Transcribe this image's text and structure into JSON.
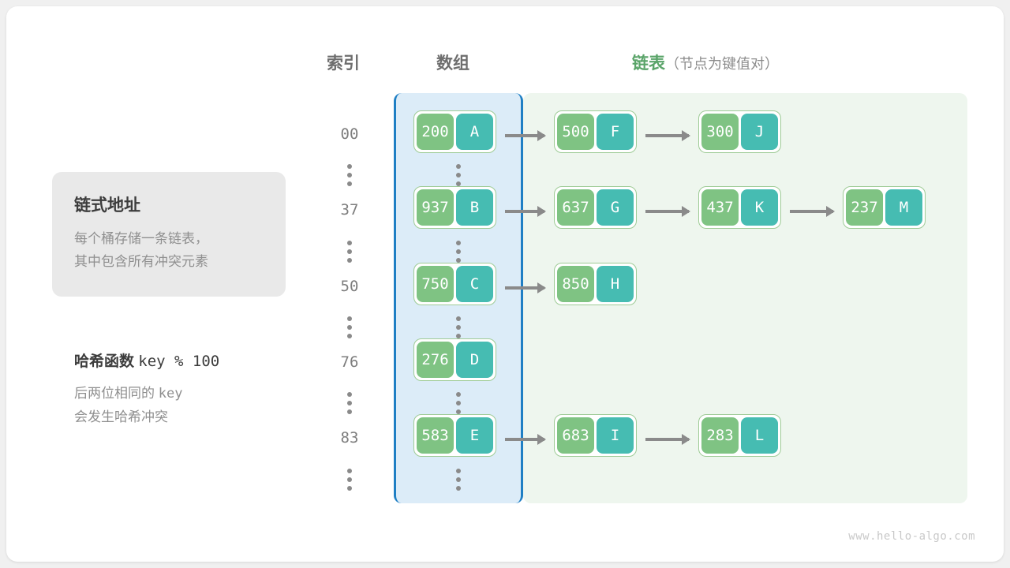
{
  "headers": {
    "index": "索引",
    "array": "数组",
    "list": "链表",
    "list_sub": "（节点为键值对）"
  },
  "info": {
    "title": "链式地址",
    "line1": "每个桶存储一条链表，",
    "line2": "其中包含所有冲突元素"
  },
  "hash": {
    "title_label": "哈希函数",
    "title_expr": "key % 100",
    "line1_a": "后两位相同的",
    "line1_b": "key",
    "line2": "会发生哈希冲突"
  },
  "watermark": "www.hello-algo.com",
  "colors": {
    "key_box": "#7fc383",
    "value_box": "#46bcb2",
    "node_border": "#9ecb96",
    "array_panel_bg": "#dcecf8",
    "array_panel_border": "#1f7fc4",
    "list_panel_bg": "#eef6ee",
    "arrow": "#8a8a8a",
    "header_text": "#6e6e6e",
    "list_header_text": "#5aa469"
  },
  "buckets": [
    {
      "index": "00",
      "bucket": {
        "key": "200",
        "value": "A"
      },
      "chain": [
        {
          "key": "500",
          "value": "F"
        },
        {
          "key": "300",
          "value": "J"
        }
      ]
    },
    {
      "index": "37",
      "bucket": {
        "key": "937",
        "value": "B"
      },
      "chain": [
        {
          "key": "637",
          "value": "G"
        },
        {
          "key": "437",
          "value": "K"
        },
        {
          "key": "237",
          "value": "M"
        }
      ]
    },
    {
      "index": "50",
      "bucket": {
        "key": "750",
        "value": "C"
      },
      "chain": [
        {
          "key": "850",
          "value": "H"
        }
      ]
    },
    {
      "index": "76",
      "bucket": {
        "key": "276",
        "value": "D"
      },
      "chain": []
    },
    {
      "index": "83",
      "bucket": {
        "key": "583",
        "value": "E"
      },
      "chain": [
        {
          "key": "683",
          "value": "I"
        },
        {
          "key": "283",
          "value": "L"
        }
      ]
    }
  ],
  "ellipsis_rows": 6
}
